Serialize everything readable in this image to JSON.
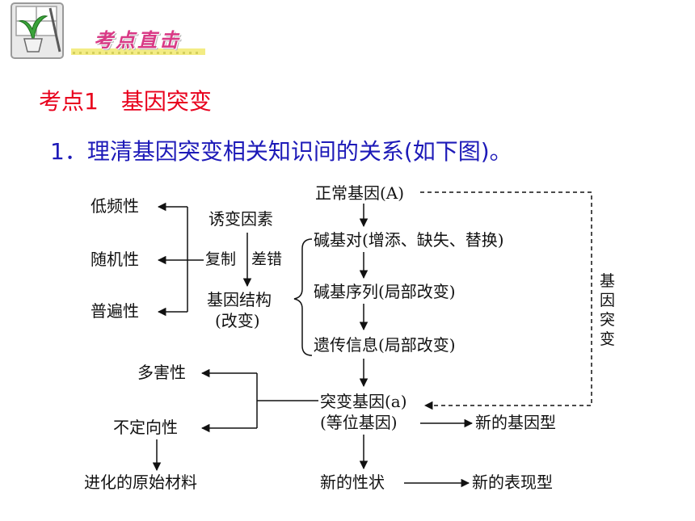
{
  "banner": {
    "title": "考点直击"
  },
  "section": {
    "title": "考点1　基因突变"
  },
  "intro": {
    "text": "1．理清基因突变相关知识间的关系(如下图)。"
  },
  "diagram": {
    "normal_gene": "正常基因(A)",
    "base_pair": "碱基对(增添、缺失、替换)",
    "base_sequence": "碱基序列(局部改变)",
    "genetic_info": "遗传信息(局部改变)",
    "mutant_gene": "突变基因(a)",
    "allele": "(等位基因)",
    "new_genotype": "新的基因型",
    "new_trait": "新的性状",
    "new_phenotype": "新的表现型",
    "inducing_factors": "诱变因素",
    "replication_error": "复制　差错",
    "gene_structure": "基因结构",
    "structure_change": "(改变)",
    "low_frequency": "低频性",
    "randomness": "随机性",
    "universality": "普遍性",
    "mostly_harmful": "多害性",
    "undirected": "不定向性",
    "evolution_material": "进化的原始材料",
    "gene_mutation_vertical": [
      "基",
      "因",
      "突",
      "变"
    ]
  }
}
